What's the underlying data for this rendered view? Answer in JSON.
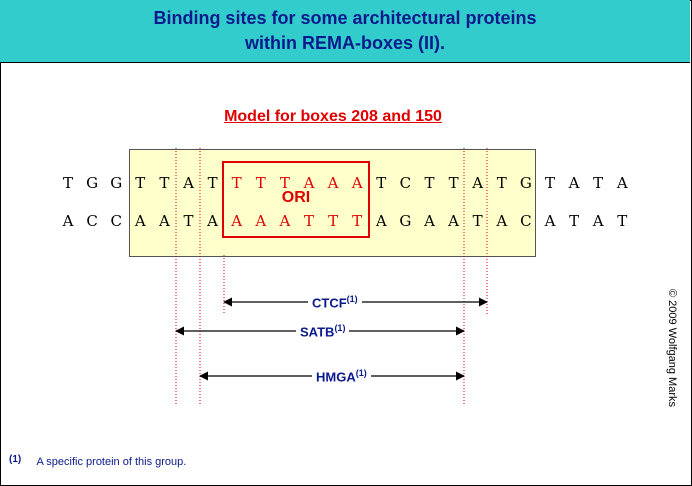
{
  "header": {
    "title_line1": "Binding sites for some architectural proteins",
    "title_line2": "within REMA-boxes (II).",
    "background_color": "#33cccc",
    "title_color": "#0a1a8c"
  },
  "subtitle": "Model for boxes 208 and 150",
  "sequence": {
    "top_strand": [
      "T",
      "G",
      "G",
      "T",
      "T",
      "A",
      "T",
      "T",
      "T",
      "T",
      "A",
      "A",
      "A",
      "T",
      "C",
      "T",
      "T",
      "A",
      "T",
      "G",
      "T",
      "A",
      "T",
      "A"
    ],
    "bottom_strand": [
      "A",
      "C",
      "C",
      "A",
      "A",
      "T",
      "A",
      "A",
      "A",
      "A",
      "T",
      "T",
      "T",
      "A",
      "G",
      "A",
      "A",
      "T",
      "A",
      "C",
      "A",
      "T",
      "A",
      "T"
    ],
    "highlighted_range": [
      7,
      12
    ],
    "highlight_color": "#e00000",
    "box_color": "#ffffcc"
  },
  "ori": {
    "label": "ORI",
    "color": "#e00000"
  },
  "binding_sites": [
    {
      "name": "CTCF",
      "superscript": "(1)"
    },
    {
      "name": "SATB",
      "superscript": "(1)"
    },
    {
      "name": "HMGA",
      "superscript": "(1)"
    }
  ],
  "footnote": {
    "mark": "(1)",
    "text": "A specific protein of this group."
  },
  "copyright": "© 2009 Wolfgang Marks"
}
